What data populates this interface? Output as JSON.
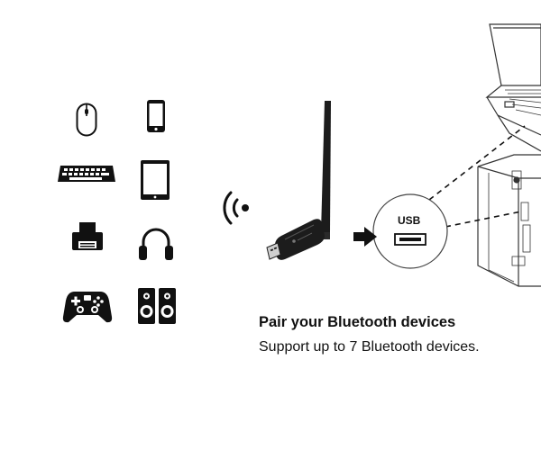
{
  "text": {
    "headline": "Pair your Bluetooth devices",
    "subline": "Support up to 7 Bluetooth devices.",
    "usb_port_label": "USB"
  },
  "devices": [
    {
      "name": "mouse-icon"
    },
    {
      "name": "smartphone-icon"
    },
    {
      "name": "keyboard-icon"
    },
    {
      "name": "tablet-icon"
    },
    {
      "name": "printer-icon"
    },
    {
      "name": "headphones-icon"
    },
    {
      "name": "gamepad-icon"
    },
    {
      "name": "speakers-icon"
    }
  ],
  "colors": {
    "ink": "#111111",
    "adapter_body": "#1c1c1c",
    "line": "#333333"
  }
}
